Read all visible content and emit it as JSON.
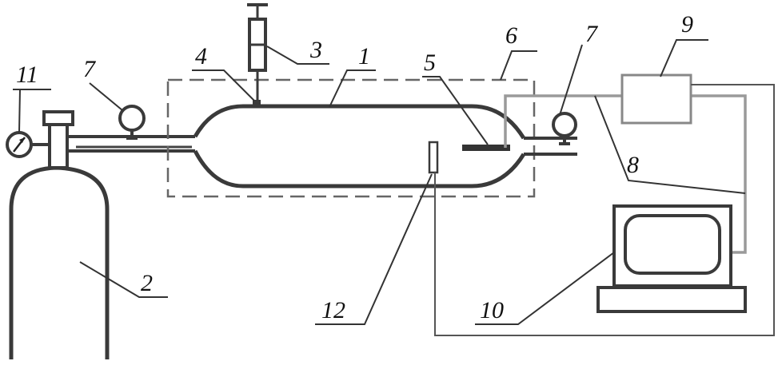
{
  "labels": {
    "l1": "1",
    "l2": "2",
    "l3": "3",
    "l4": "4",
    "l5": "5",
    "l6": "6",
    "l7a": "7",
    "l7b": "7",
    "l8": "8",
    "l9": "9",
    "l10": "10",
    "l11": "11",
    "l12": "12"
  }
}
